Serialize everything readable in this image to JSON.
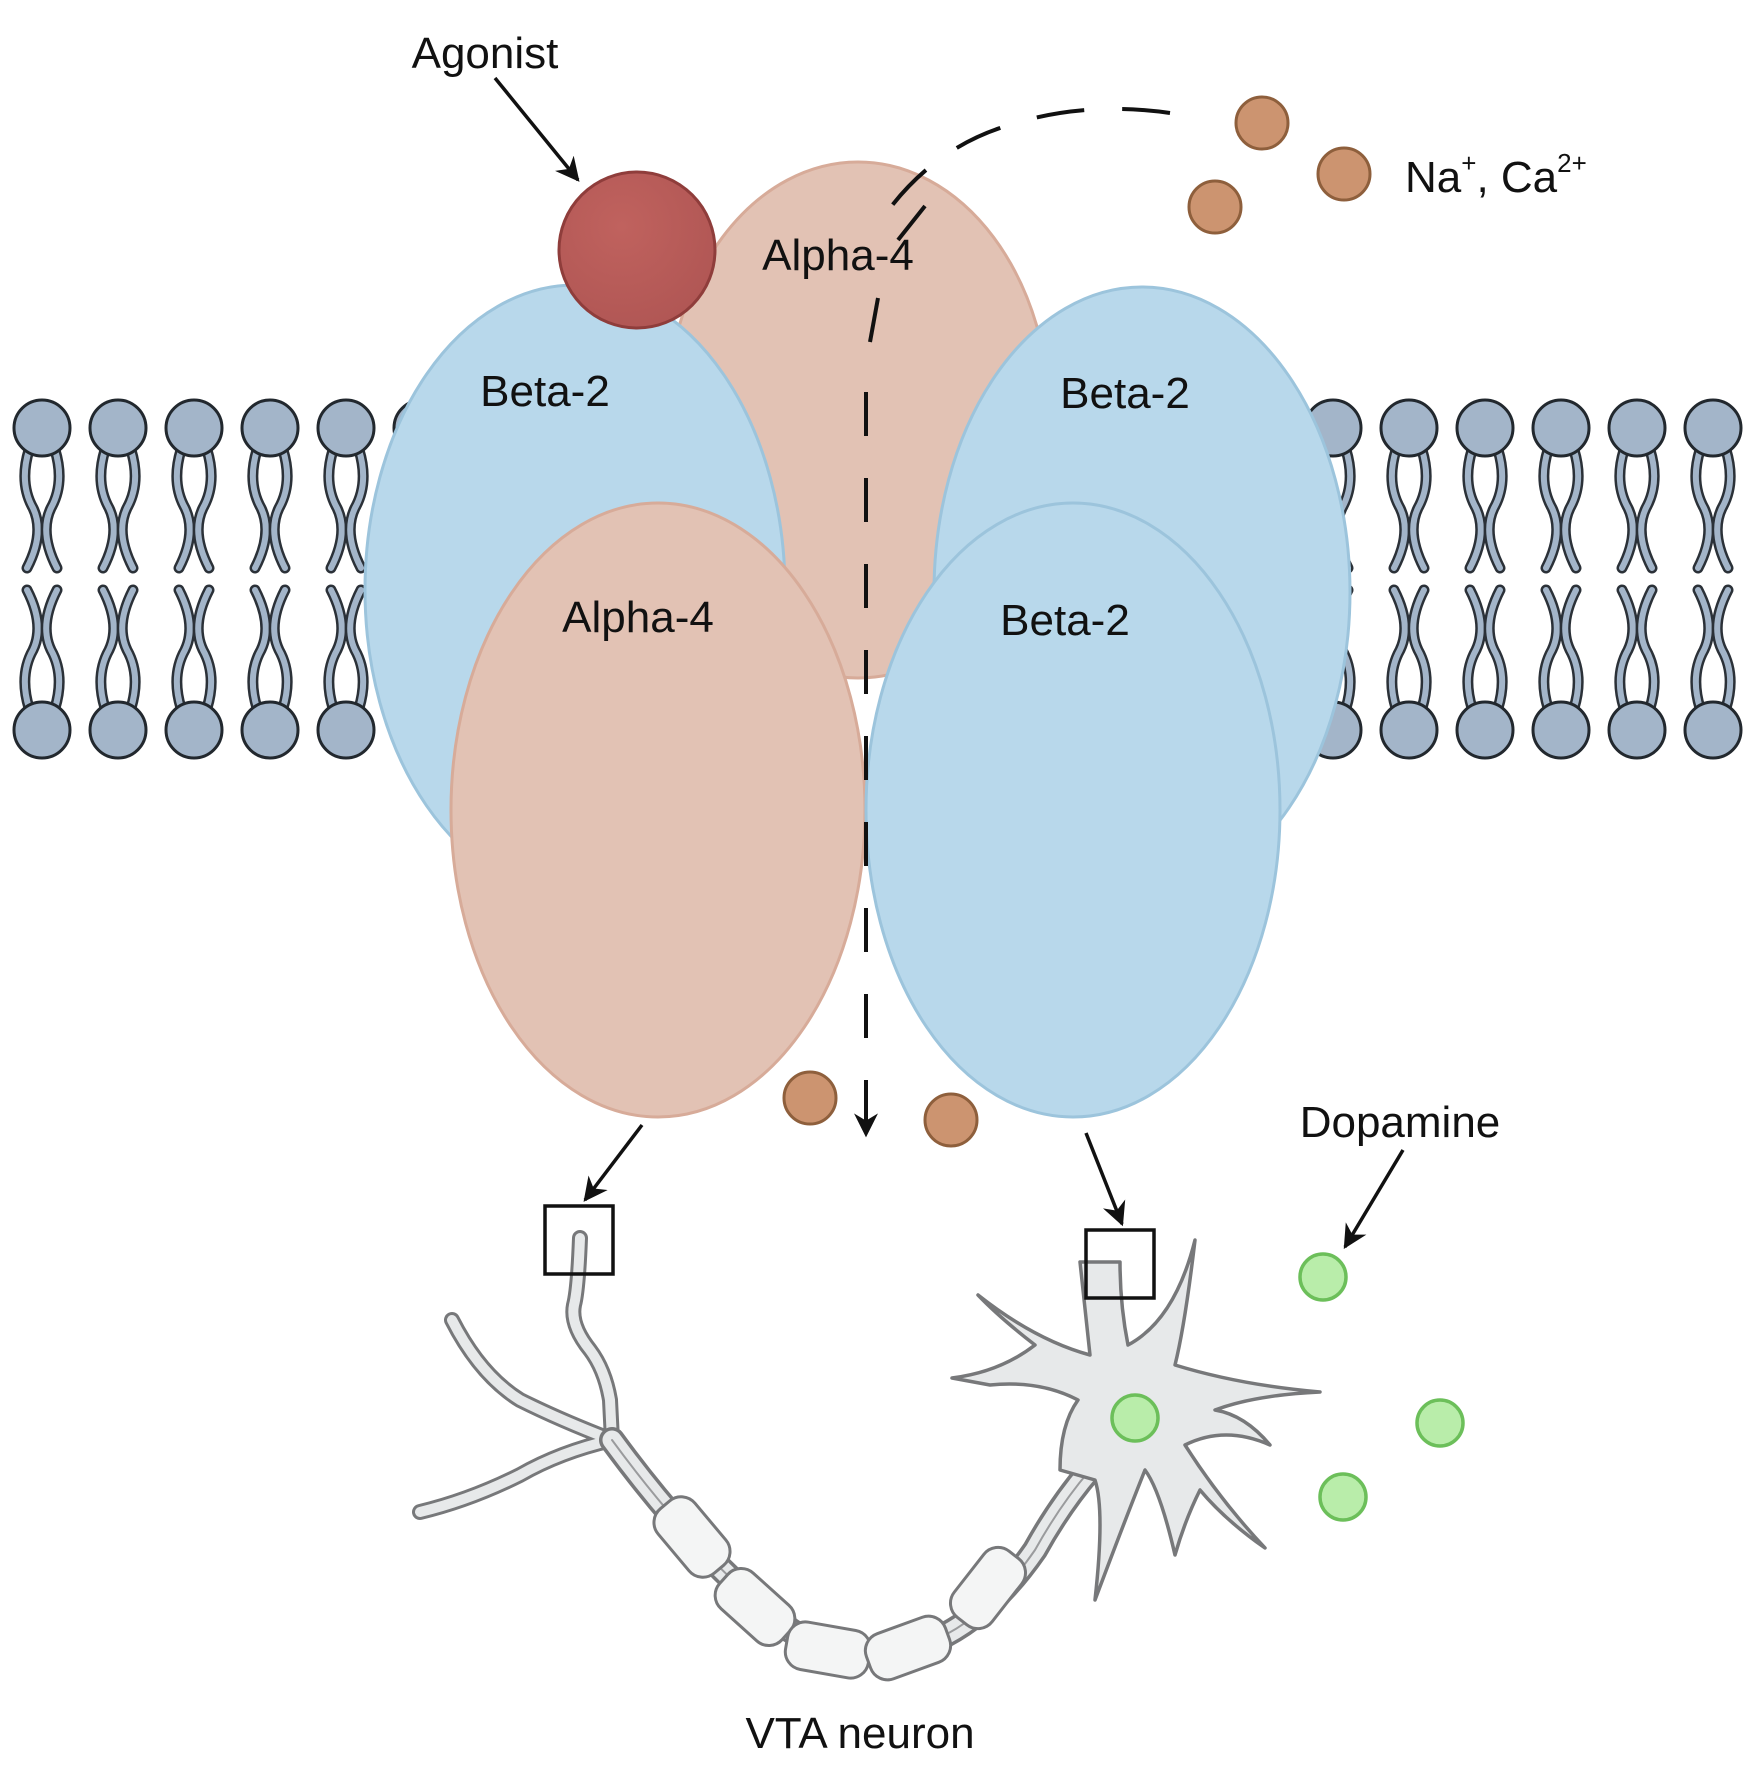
{
  "labels": {
    "agonist": "Agonist",
    "ions_main": "Na",
    "ions_sup1": "+",
    "ions_mid": ", Ca",
    "ions_sup2": "2+",
    "alpha_top": "Alpha-4",
    "beta_left": "Beta-2",
    "beta_right": "Beta-2",
    "alpha_front": "Alpha-4",
    "beta_front": "Beta-2",
    "dopamine": "Dopamine",
    "neuron": "VTA neuron"
  },
  "colors": {
    "alpha_subunit": "#e2c2b4",
    "beta_subunit": "#b8d8eb",
    "agonist": "#b85c59",
    "ion": "#cc9470",
    "dopamine": "#b9edaa",
    "lipid_head": "#a3b5c9",
    "neuron_fill": "#e7e9ea",
    "neuron_outline": "#77787a"
  }
}
